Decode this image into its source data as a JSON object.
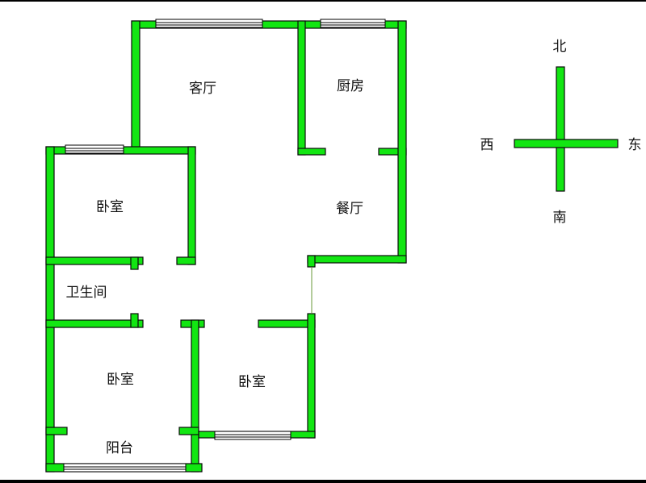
{
  "rooms": {
    "living_room": "客厅",
    "kitchen": "厨房",
    "bedroom_northwest": "卧室",
    "dining_room": "餐厅",
    "bathroom": "卫生间",
    "bedroom_southwest": "卧室",
    "bedroom_south": "卧室",
    "balcony": "阳台"
  },
  "compass": {
    "north": "北",
    "south": "南",
    "east": "东",
    "west": "西"
  },
  "colors": {
    "wall": "#12e612",
    "outline": "#0a0a0a",
    "background": "#ffffff"
  }
}
